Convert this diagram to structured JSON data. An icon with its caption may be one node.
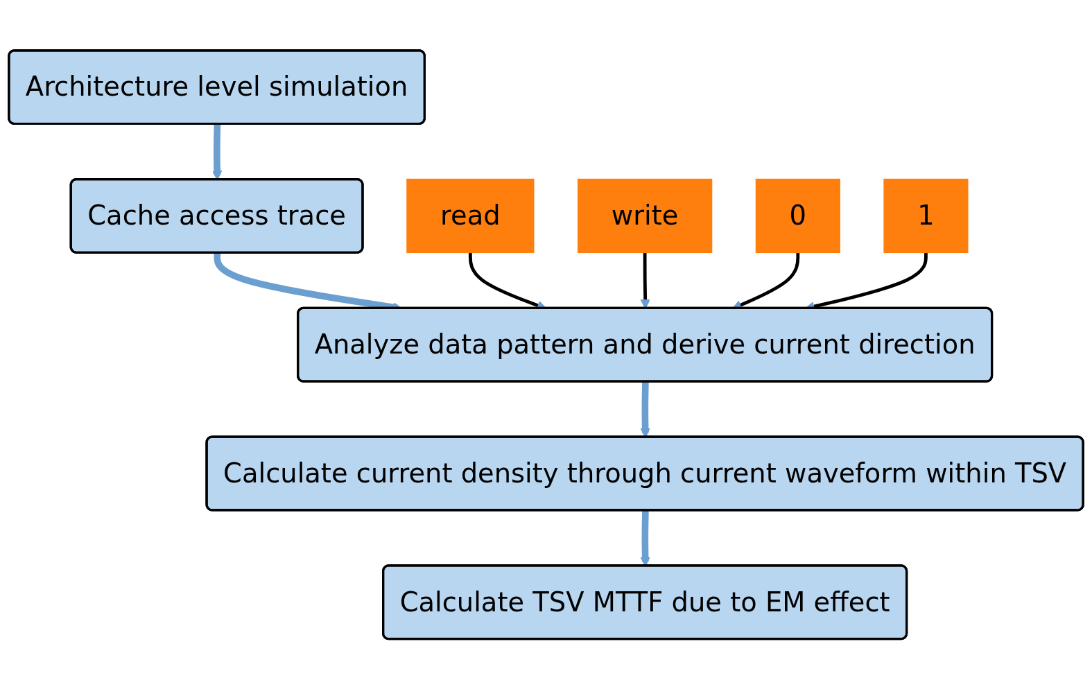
{
  "diagram": {
    "nodes": [
      {
        "text": [
          "Architecture level simulation"
        ]
      },
      {
        "text": [
          "Cache access trace"
        ]
      },
      {
        "text": [
          "Analyze data pattern and derive current direction"
        ]
      },
      {
        "text": [
          "Calculate current density through current waveform within TSV"
        ]
      },
      {
        "text": [
          "Calculate TSV MTTF due to EM effect"
        ]
      },
      {
        "text": [
          "read"
        ]
      },
      {
        "text": [
          "write"
        ]
      },
      {
        "text": [
          "0"
        ]
      },
      {
        "text": [
          "1"
        ]
      }
    ],
    "edges": [
      {
        "from": 0,
        "to": 1,
        "arrow": "to",
        "style": "thick"
      },
      {
        "from": 1,
        "to": 2,
        "arrow": "to",
        "style": "thick"
      },
      {
        "from": 2,
        "to": 3,
        "arrow": "to",
        "style": "thick"
      },
      {
        "from": 3,
        "to": 4,
        "arrow": "to",
        "style": "thick"
      },
      {
        "from": 5,
        "to": 2,
        "arrow": "to",
        "color": "#000000"
      },
      {
        "from": 6,
        "to": 2,
        "arrow": "to",
        "color": "#000000"
      },
      {
        "from": 7,
        "to": 2,
        "arrow": "to",
        "color": "#000000"
      },
      {
        "from": 8,
        "to": 2,
        "arrow": "to",
        "color": "#000000"
      }
    ]
  }
}
